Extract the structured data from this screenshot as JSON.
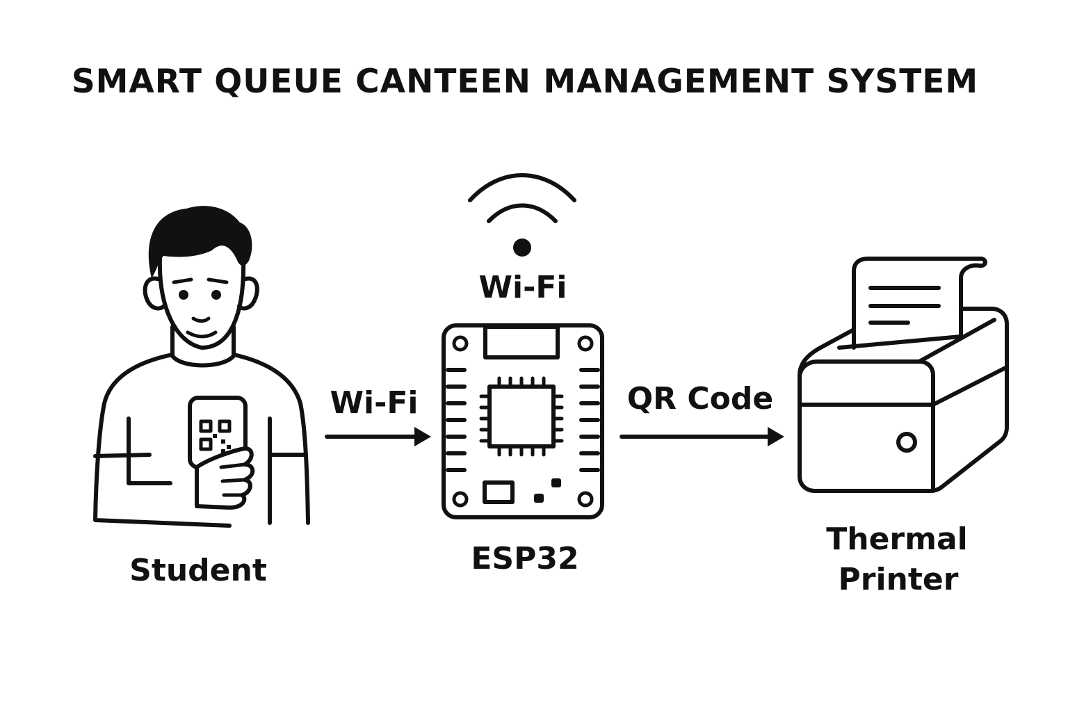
{
  "title": "SMART QUEUE CANTEEN MANAGEMENT SYSTEM",
  "nodes": {
    "student": {
      "label": "Student",
      "icon": "student-with-phone-icon"
    },
    "esp32": {
      "label": "ESP32",
      "icon": "esp32-board-icon"
    },
    "printer": {
      "label_line1": "Thermal",
      "label_line2": "Printer",
      "icon": "thermal-printer-icon"
    }
  },
  "wifi": {
    "label": "Wi-Fi",
    "icon": "wifi-icon"
  },
  "edges": [
    {
      "from": "student",
      "to": "esp32",
      "label": "Wi-Fi"
    },
    {
      "from": "esp32",
      "to": "printer",
      "label": "QR Code"
    }
  ],
  "colors": {
    "ink": "#111111",
    "background": "#ffffff"
  }
}
